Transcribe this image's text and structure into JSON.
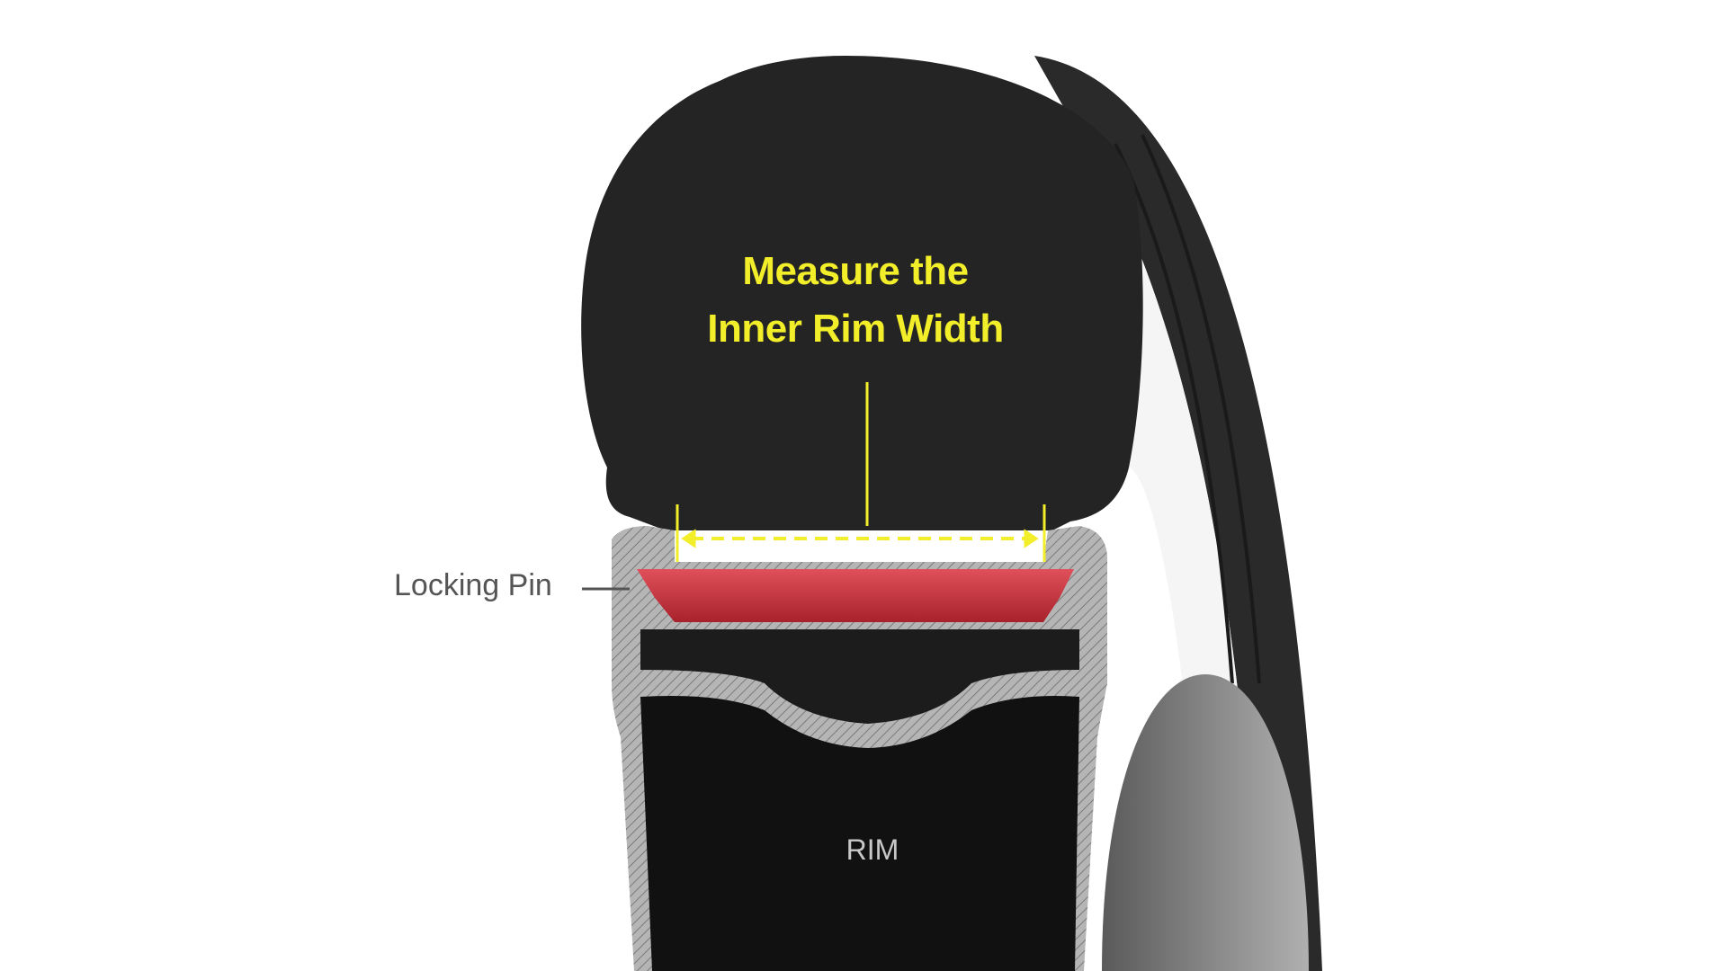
{
  "diagram": {
    "title_line1": "Measure the",
    "title_line2": "Inner Rim Width",
    "locking_pin_label": "Locking Pin",
    "rim_label": "RIM",
    "colors": {
      "annotation": "#f2ee2a",
      "pin": "#c8323c",
      "tire": "#222222",
      "rim": "#a8a8a8"
    }
  }
}
